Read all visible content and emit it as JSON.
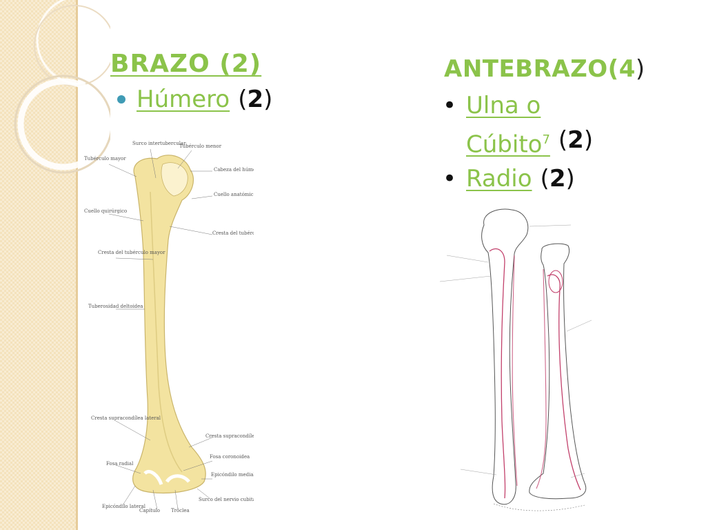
{
  "arm": {
    "heading": "BRAZO (2)",
    "bones": [
      {
        "name": "Húmero",
        "count_open": "(",
        "count": "2",
        "count_close": ")"
      }
    ]
  },
  "forearm": {
    "heading": "ANTEBRAZO(4",
    "heading_close": ")",
    "bones": [
      {
        "name_line1": "Ulna o",
        "name_line2": "Cúbito",
        "sup": "7",
        "count_open": "(",
        "count": "2",
        "count_close": ")"
      },
      {
        "name": "Radio",
        "count_open": "(",
        "count": "2",
        "count_close": ")"
      }
    ]
  },
  "humerus_labels": {
    "l1": "Tubérculo mayor",
    "l2": "Surco intertubercular",
    "l3": "Tubérculo menor",
    "l4": "Cabeza del húmero",
    "l5": "Cuello anatómico",
    "l6": "Cuello quirúrgico",
    "l7": "Cresta del tubérculo menor",
    "l8": "Cresta del tubérculo mayor",
    "l9": "Tuberosidad deltoidea",
    "l10": "Cresta supracondílea lateral",
    "l11": "Cresta supracondílea medial",
    "l12": "Fosa radial",
    "l13": "Fosa coronoidea",
    "l14": "Epicóndilo medial",
    "l15": "Epicóndilo lateral",
    "l16": "Capítulo",
    "l17": "Tróclea",
    "l18": "Surco del nervio cubital"
  },
  "colors": {
    "accent_green": "#8bc34a",
    "bullet_blue": "#3f9bb5",
    "bone_fill": "#f3e3a0",
    "muscle_line": "#c2406b"
  }
}
